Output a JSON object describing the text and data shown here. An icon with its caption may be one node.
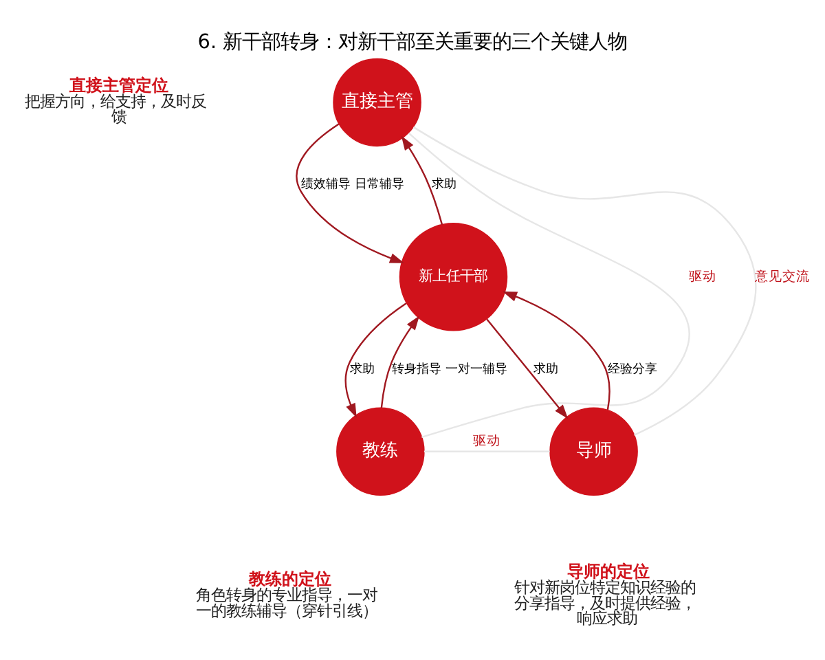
{
  "diagram": {
    "title": "6. 新干部转身：对新干部至关重要的三个关键人物",
    "nodes": [
      {
        "text": [
          "直接主管"
        ],
        "beside": [
          "直接主管定位",
          "把握方向，给支持，及时反馈"
        ]
      },
      {
        "text": [
          "新上任干部"
        ]
      },
      {
        "text": [
          "教练"
        ],
        "beside": [
          "教练的定位",
          "角色转身的专业指导，一对一的教练辅导（穿针引线）"
        ]
      },
      {
        "text": [
          "导师"
        ],
        "beside": [
          "导师的定位",
          "针对新岗位特定知识经验的分享指导，及时提供经验，响应求助"
        ]
      }
    ],
    "edges": [
      {
        "from": 1,
        "to": 0,
        "arrow": "to",
        "label": "求助"
      },
      {
        "from": 0,
        "to": 1,
        "arrow": "to",
        "label": "绩效辅导 日常辅导"
      },
      {
        "from": 2,
        "to": 1,
        "arrow": "to",
        "label": "转身指导 一对一辅导"
      },
      {
        "from": 1,
        "to": 2,
        "arrow": "to",
        "label": "求助"
      },
      {
        "from": 3,
        "to": 1,
        "arrow": "to",
        "label": "经验分享"
      },
      {
        "from": 1,
        "to": 3,
        "arrow": "to",
        "label": "求助"
      },
      {
        "from": 0,
        "to": 2,
        "arrow": "none",
        "label": "驱动",
        "color": "#e6e6e6"
      },
      {
        "from": 0,
        "to": 3,
        "arrow": "none",
        "label": "意见交流",
        "color": "#e6e6e6"
      },
      {
        "from": 2,
        "to": 3,
        "arrow": "none",
        "label": "驱动",
        "color": "#e6e6e6"
      }
    ]
  }
}
